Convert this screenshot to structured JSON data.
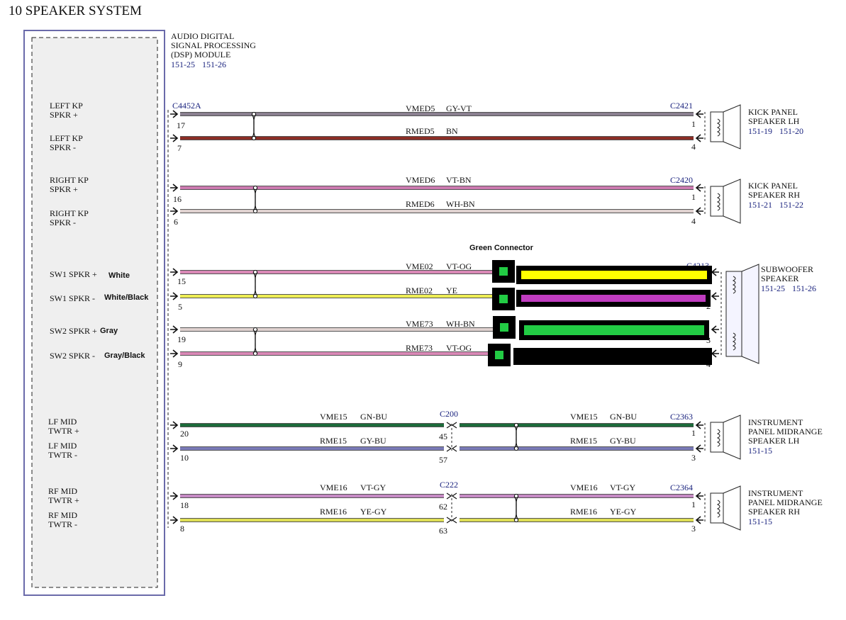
{
  "title": "10 SPEAKER SYSTEM",
  "module": {
    "lines": [
      "AUDIO DIGITAL",
      "SIGNAL PROCESSING",
      "(DSP) MODULE"
    ],
    "refs": [
      "151-25",
      "151-26"
    ],
    "connector": "C4452A"
  },
  "green_connector_label": "Green Connector",
  "colors": {
    "GY-VT": "#8a8090",
    "BN": "#8b2e26",
    "VT-BN": "#cc7ab0",
    "WH-BN": "#e0d2d0",
    "VT-OG": "#d988b6",
    "YE": "#eeee55",
    "GN-BU": "#1d6b3a",
    "GY-BU": "#7a7bb8",
    "VT-GY": "#c58ac4",
    "YE-GY": "#dede55",
    "overlay_yellow": "#ffff00",
    "overlay_purple": "#c03cc0",
    "overlay_green": "#22cc44",
    "module_border": "#6a6aaa"
  },
  "pins": [
    {
      "label": [
        "LEFT KP",
        "SPKR +"
      ],
      "pin": "17",
      "circuit": "VMED5",
      "wire": "GY-VT",
      "far_pin": "1"
    },
    {
      "label": [
        "LEFT KP",
        "SPKR -"
      ],
      "pin": "7",
      "circuit": "RMED5",
      "wire": "BN",
      "far_pin": "4"
    },
    {
      "label": [
        "RIGHT KP",
        "SPKR +"
      ],
      "pin": "16",
      "circuit": "VMED6",
      "wire": "VT-BN",
      "far_pin": "1"
    },
    {
      "label": [
        "RIGHT KP",
        "SPKR -"
      ],
      "pin": "6",
      "circuit": "RMED6",
      "wire": "WH-BN",
      "far_pin": "4"
    },
    {
      "label": [
        "SW1 SPKR +"
      ],
      "note": "White",
      "pin": "15",
      "circuit": "VME02",
      "wire": "VT-OG",
      "far_pin": ""
    },
    {
      "label": [
        "SW1 SPKR -"
      ],
      "note": "White/Black",
      "pin": "5",
      "circuit": "RME02",
      "wire": "YE",
      "far_pin": "2"
    },
    {
      "label": [
        "SW2 SPKR +"
      ],
      "note": "Gray",
      "pin": "19",
      "circuit": "VME73",
      "wire": "WH-BN",
      "far_pin": "3"
    },
    {
      "label": [
        "SW2 SPKR -"
      ],
      "note": "Gray/Black",
      "pin": "9",
      "circuit": "RME73",
      "wire": "VT-OG",
      "far_pin": "4"
    },
    {
      "label": [
        "LF MID",
        "TWTR +"
      ],
      "pin": "20",
      "circuit": "VME15",
      "wire": "GN-BU",
      "mid_pin": "45",
      "far_pin": "1"
    },
    {
      "label": [
        "LF MID",
        "TWTR -"
      ],
      "pin": "10",
      "circuit": "RME15",
      "wire": "GY-BU",
      "mid_pin": "57",
      "far_pin": "3"
    },
    {
      "label": [
        "RF MID",
        "TWTR +"
      ],
      "pin": "18",
      "circuit": "VME16",
      "wire": "VT-GY",
      "mid_pin": "62",
      "far_pin": "1"
    },
    {
      "label": [
        "RF MID",
        "TWTR -"
      ],
      "pin": "8",
      "circuit": "RME16",
      "wire": "YE-GY",
      "mid_pin": "63",
      "far_pin": "3"
    }
  ],
  "connectors": {
    "kp_lh": "C2421",
    "kp_rh": "C2420",
    "sub": "C4213",
    "c200": "C200",
    "c2363": "C2363",
    "c222": "C222",
    "c2364": "C2364"
  },
  "speakers": [
    {
      "lines": [
        "KICK PANEL",
        "SPEAKER LH"
      ],
      "refs": [
        "151-19",
        "151-20"
      ]
    },
    {
      "lines": [
        "KICK PANEL",
        "SPEAKER RH"
      ],
      "refs": [
        "151-21",
        "151-22"
      ]
    },
    {
      "lines": [
        "SUBWOOFER",
        "SPEAKER"
      ],
      "refs": [
        "151-25",
        "151-26"
      ]
    },
    {
      "lines": [
        "INSTRUMENT",
        "PANEL MIDRANGE",
        "SPEAKER LH"
      ],
      "refs": [
        "151-15"
      ]
    },
    {
      "lines": [
        "INSTRUMENT",
        "PANEL MIDRANGE",
        "SPEAKER RH"
      ],
      "refs": [
        "151-15"
      ]
    }
  ]
}
